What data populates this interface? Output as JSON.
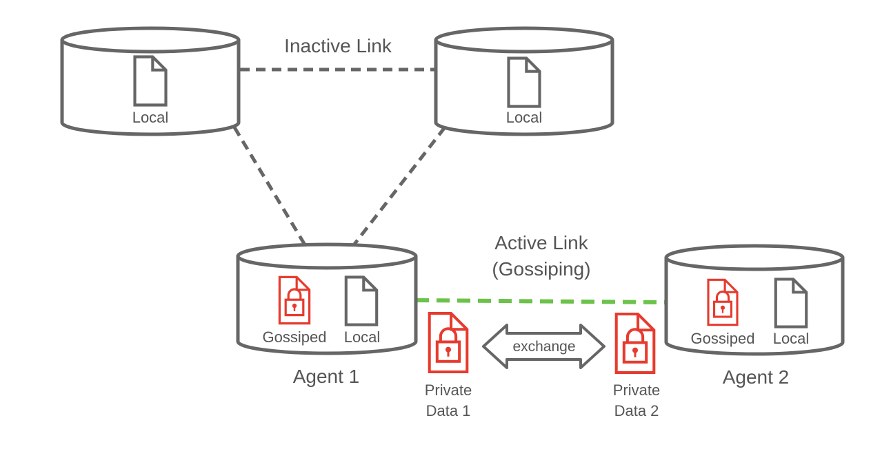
{
  "links": {
    "inactive_label": "Inactive Link",
    "active_label_line1": "Active Link",
    "active_label_line2": "(Gossiping)"
  },
  "nodes": {
    "top_left": {
      "file_label": "Local"
    },
    "top_right": {
      "file_label": "Local"
    },
    "agent1": {
      "name": "Agent 1",
      "gossiped_label": "Gossiped",
      "local_label": "Local"
    },
    "agent2": {
      "name": "Agent 2",
      "gossiped_label": "Gossiped",
      "local_label": "Local"
    }
  },
  "private_data": {
    "left": {
      "line1": "Private",
      "line2": "Data 1"
    },
    "right": {
      "line1": "Private",
      "line2": "Data 2"
    }
  },
  "exchange": {
    "label": "exchange"
  },
  "colors": {
    "outline": "#666666",
    "text": "#555555",
    "inactive_link": "#666666",
    "active_link": "#6cc24a",
    "private": "#e63b2e"
  }
}
